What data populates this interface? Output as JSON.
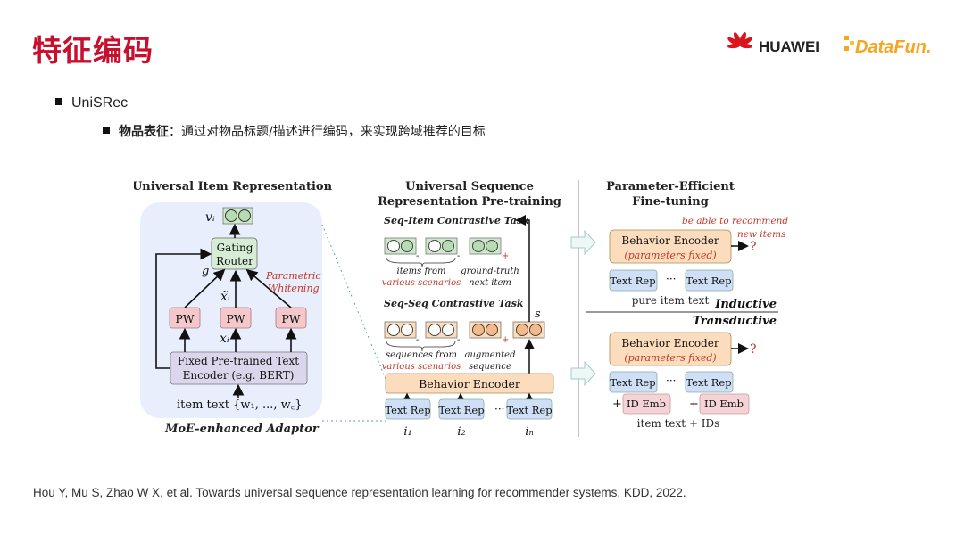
{
  "page": {
    "title": "特征编码",
    "bullet1": "UniSRec",
    "bullet2_bold": "物品表征",
    "bullet2_rest": "：通过对物品标题/描述进行编码，来实现跨域推荐的目标",
    "citation": "Hou Y, Mu S, Zhao W X, et al. Towards universal sequence representation learning for recommender systems. KDD, 2022."
  },
  "logos": {
    "huawei": "HUAWEI",
    "datafun": "DataFun."
  },
  "figure": {
    "left": {
      "title": "Universal Item Representation",
      "vi": "vᵢ",
      "gating1": "Gating",
      "gating2": "Router",
      "g": "g",
      "xtilde": "x̃ᵢ",
      "pw_whitening1": "Parametric",
      "pw_whitening2": "Whitening",
      "pw": "PW",
      "xi": "xᵢ",
      "encoder1": "Fixed Pre-trained Text",
      "encoder2": "Encoder (e.g. BERT)",
      "item_text": "item text {w₁, ..., w꜀}",
      "adaptor": "MoE-enhanced Adaptor"
    },
    "middle": {
      "title1": "Universal Sequence",
      "title2": "Representation Pre-training",
      "task1": "Seq-Item Contrastive Task",
      "items_from": "items from",
      "various_scenarios": "various scenarios",
      "ground_truth1": "ground-truth",
      "ground_truth2": "next item",
      "task2": "Seq-Seq Contrastive Task",
      "s": "s",
      "sequences_from": "sequences from",
      "augmented1": "augmented",
      "augmented2": "sequence",
      "behavior_encoder": "Behavior Encoder",
      "text_rep": "Text Rep",
      "dots": "···",
      "i1": "i₁",
      "i2": "i₂",
      "in": "iₙ",
      "minus": "-",
      "plus": "+"
    },
    "right": {
      "title1": "Parameter-Efficient",
      "title2": "Fine-tuning",
      "recommend1": "be able to recommend",
      "recommend2": "new items",
      "behavior_encoder": "Behavior Encoder",
      "params_fixed": "(parameters fixed)",
      "q": "?",
      "text_rep": "Text Rep",
      "dots": "···",
      "pure_item_text": "pure item text",
      "inductive": "Inductive",
      "transductive": "Transductive",
      "plus": "+",
      "id_emb": "ID Emb",
      "item_text_ids": "item text + IDs"
    }
  },
  "colors": {
    "title_red": "#c8102e",
    "red_accent": "#c0392b",
    "blue_panel": "#e8eefb",
    "green_box": "#d6ecd4",
    "pink_box": "#f4c7cb",
    "lavender_box": "#dcd6ec",
    "orange_box": "#fbdcbc",
    "blue_box": "#cfe0f6"
  }
}
